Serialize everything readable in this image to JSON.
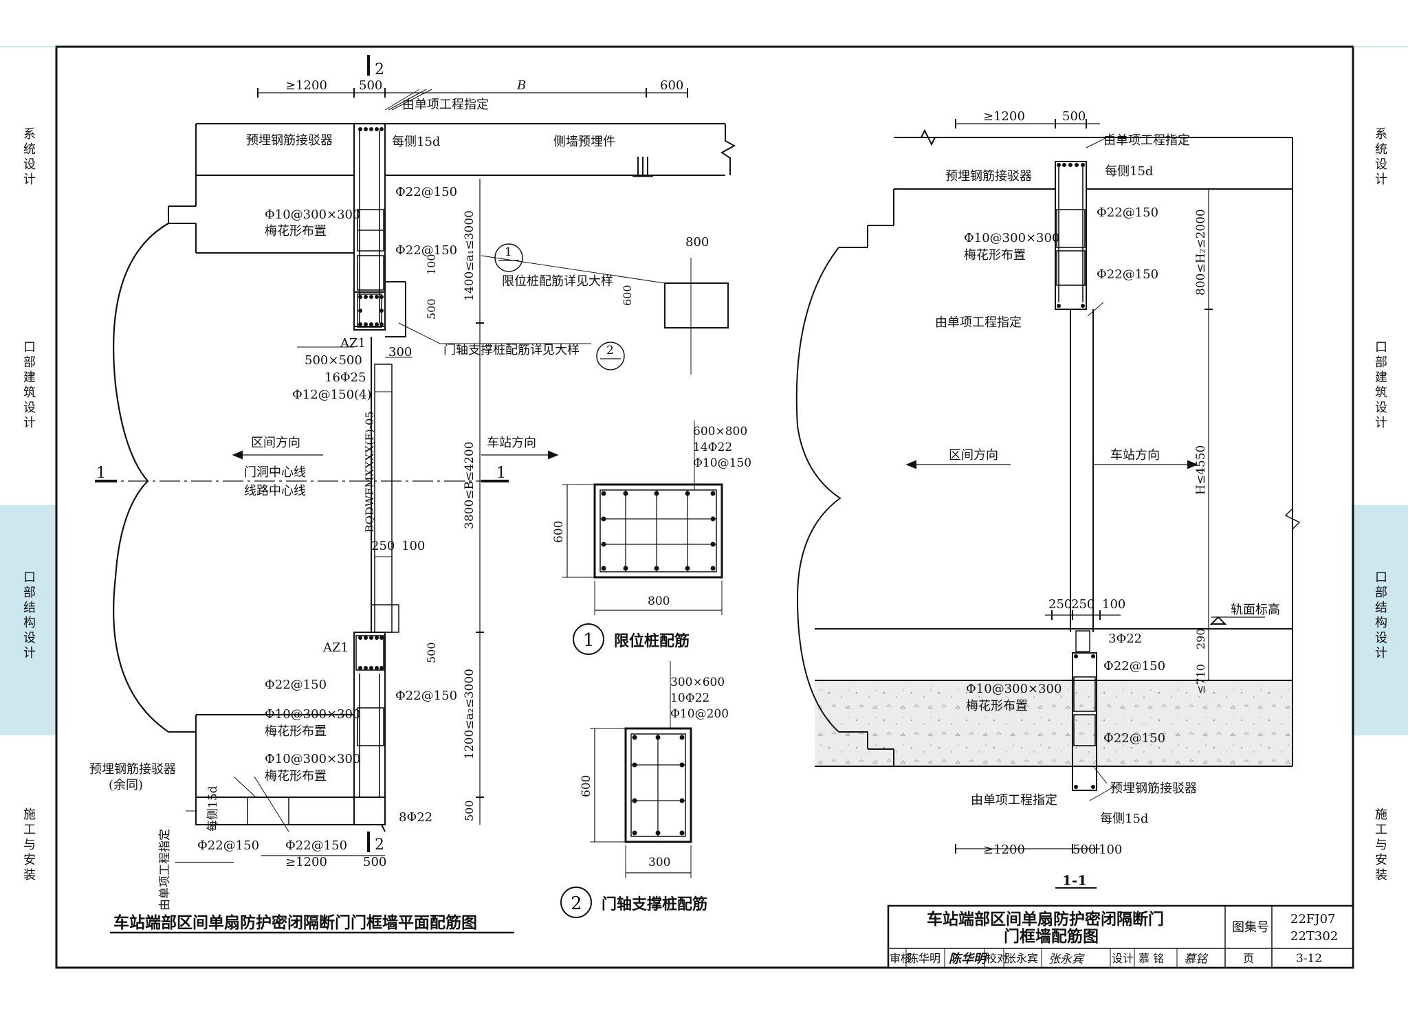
{
  "side_tabs": {
    "left": [
      "系统设计",
      "口部建筑设计",
      "口部结构设计",
      "施工与安装"
    ],
    "right": [
      "系统设计",
      "口部建筑设计",
      "口部结构设计",
      "施工与安装"
    ],
    "highlight_color": "#cde7ef"
  },
  "plan": {
    "title": "车站端部区间单扇防护密闭隔断门门框墙平面配筋图",
    "dims": {
      "ge1200_top": "≥1200",
      "d500_top": "500",
      "B": "B",
      "d600_top": "600",
      "d800": "800",
      "d600_side": "600",
      "d100": "100",
      "d500_a": "500",
      "d300": "300",
      "a1_range": "1400≤a₁≤3000",
      "B_range": "3800≤B≤4200",
      "a2_range": "1200≤a₂≤3000",
      "d250": "250",
      "d100b": "100",
      "d500_b": "500",
      "d500_c": "500",
      "ge1200_bot": "≥1200",
      "d500_bot": "500"
    },
    "labels": {
      "section_top": "2",
      "section_bot": "2",
      "specified_top": "由单项工程指定",
      "coupler": "预埋钢筋接驳器",
      "each_side": "每侧15d",
      "side_embed": "侧墙预埋件",
      "bar1": "Φ22@150",
      "bar2": "Φ22@150",
      "tie1": "Φ10@300×300",
      "tie1b": "梅花形布置",
      "limit_note": "限位桩配筋详见大样",
      "hinge_note": "门轴支撑桩配筋详见大样",
      "az1_top": "AZ1",
      "az1_size": "500×500",
      "az1_bars": "16Φ25",
      "az1_stir": "Φ12@150(4)",
      "dir_left": "区间方向",
      "dir_right": "车站方向",
      "door_center": "门洞中心线",
      "track_center": "线路中心线",
      "door_code": "BQDWFMXXXX(F)-05",
      "cut_left": "1",
      "cut_right": "1",
      "az1_bot": "AZ1",
      "bar3": "Φ22@150",
      "bar4": "Φ22@150",
      "tie2": "Φ10@300×300",
      "tie2b": "梅花形布置",
      "tie3": "Φ10@300×300",
      "tie3b": "梅花形布置",
      "coupler2": "预埋钢筋接驳器",
      "coupler2b": "(余同)",
      "each_side2": "每侧15d",
      "specified_left": "由单项工程指定",
      "bar5": "Φ22@150",
      "bar6": "Φ22@150",
      "eight22": "8Φ22",
      "circle1": "1",
      "circle2": "2"
    }
  },
  "detail1": {
    "spec1": "600×800",
    "spec2": "14Φ22",
    "spec3": "Φ10@150",
    "dim_h": "600",
    "dim_w": "800",
    "num": "1",
    "name": "限位桩配筋"
  },
  "detail2": {
    "spec1": "300×600",
    "spec2": "10Φ22",
    "spec3": "Φ10@200",
    "dim_h": "600",
    "dim_w": "300",
    "num": "2",
    "name": "门轴支撑桩配筋"
  },
  "section": {
    "title": "1-1",
    "dims": {
      "ge1200_top": "≥1200",
      "d500_top": "500",
      "h2_range": "800≤H₂≤2000",
      "h_range": "H≤4550",
      "d250a": "250",
      "d250b": "250",
      "d100": "100",
      "d290": "290",
      "d710": "≤710",
      "ge1200_bot": "≥1200",
      "d500_bot": "500",
      "d100_bot": "100"
    },
    "labels": {
      "specified_top": "由单项工程指定",
      "coupler": "预埋钢筋接驳器",
      "each_side": "每侧15d",
      "bar1": "Φ22@150",
      "bar2": "Φ22@150",
      "tie1": "Φ10@300×300",
      "tie1b": "梅花形布置",
      "specified_mid": "由单项工程指定",
      "dir_left": "区间方向",
      "dir_right": "车站方向",
      "rail_level": "轨面标高",
      "three22": "3Φ22",
      "bar3": "Φ22@150",
      "tie2": "Φ10@300×300",
      "tie2b": "梅花形布置",
      "bar4": "Φ22@150",
      "coupler2": "预埋钢筋接驳器",
      "specified_bot": "由单项工程指定",
      "each_side2": "每侧15d"
    }
  },
  "title_block": {
    "title_line1": "车站端部区间单扇防护密闭隔断门",
    "title_line2": "门框墙配筋图",
    "atlas_label": "图集号",
    "atlas_no1": "22FJ07",
    "atlas_no2": "22T302",
    "review_label": "审核",
    "review_name": "陈华明",
    "review_sig": "陈华明",
    "check_label": "校对",
    "check_name": "张永宾",
    "check_sig": "张永宾",
    "design_label": "设计",
    "design_name": "慕 铭",
    "design_sig": "慕铭",
    "page_label": "页",
    "page_no": "3-12"
  }
}
